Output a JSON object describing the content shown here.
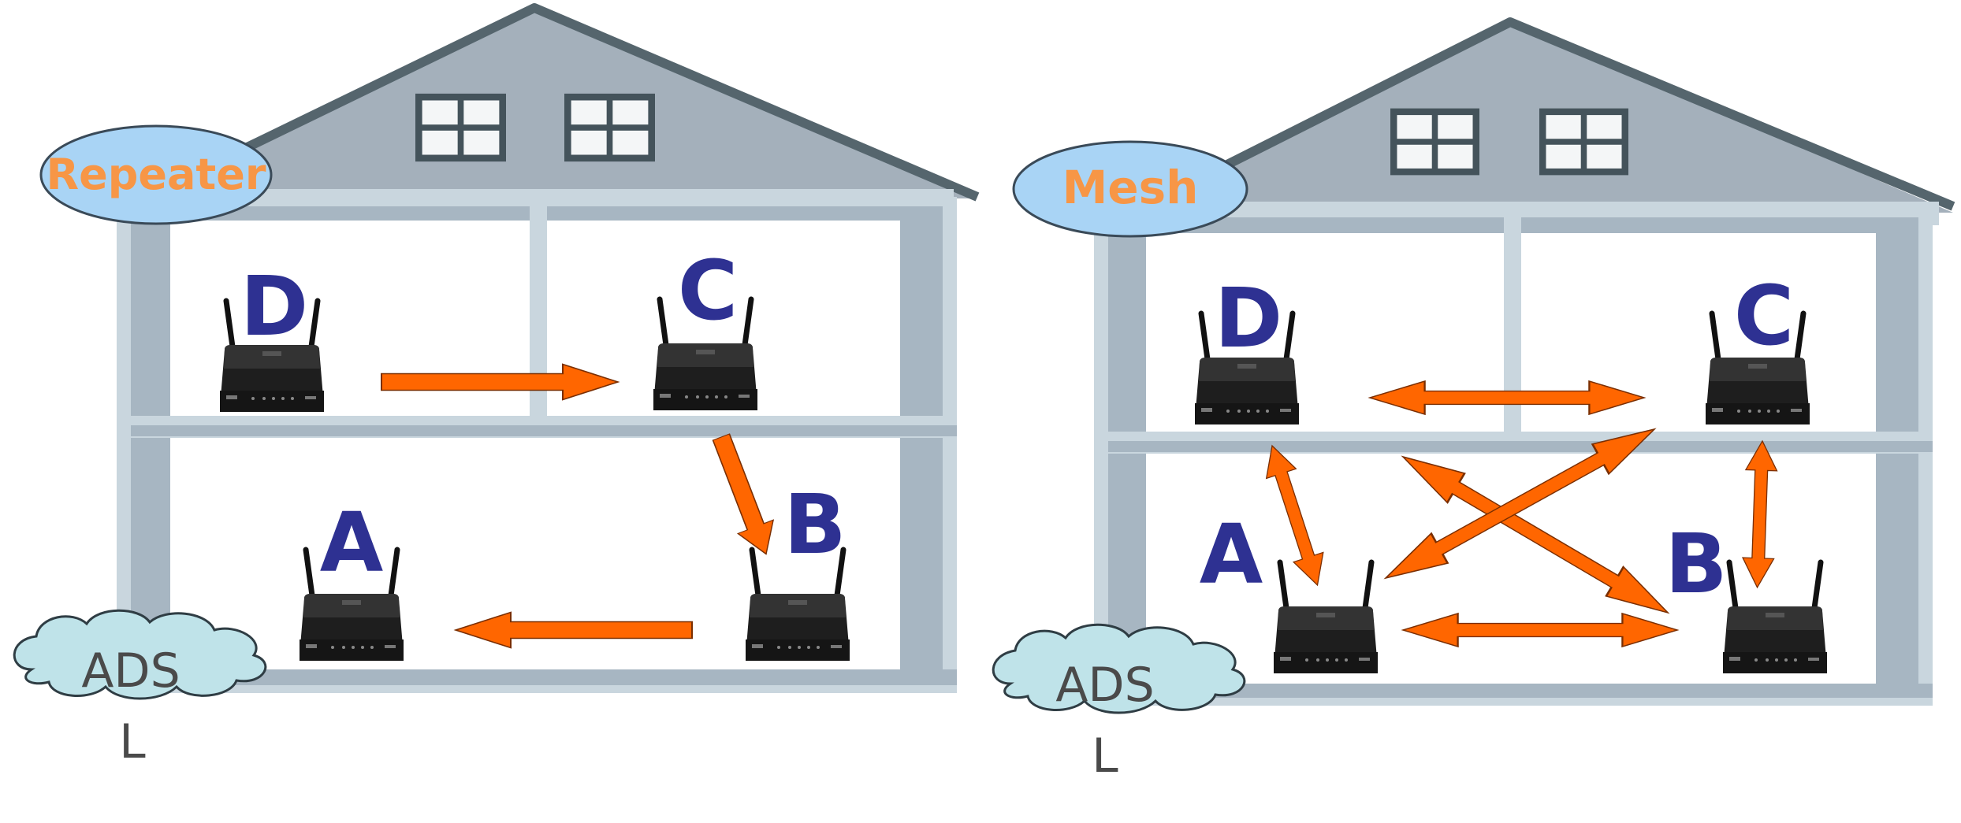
{
  "houses": [
    {
      "id": "repeater",
      "badge": "Repeater",
      "routers": [
        {
          "id": "D",
          "label": "D"
        },
        {
          "id": "C",
          "label": "C"
        },
        {
          "id": "B",
          "label": "B"
        },
        {
          "id": "A",
          "label": "A"
        }
      ],
      "cloud": {
        "line1": "ADS",
        "line2": "L"
      },
      "links": [
        {
          "from": "D",
          "to": "C",
          "direction": "one-way"
        },
        {
          "from": "C",
          "to": "B",
          "direction": "one-way"
        },
        {
          "from": "B",
          "to": "A",
          "direction": "one-way"
        }
      ]
    },
    {
      "id": "mesh",
      "badge": "Mesh",
      "routers": [
        {
          "id": "D",
          "label": "D"
        },
        {
          "id": "C",
          "label": "C"
        },
        {
          "id": "A",
          "label": "A"
        },
        {
          "id": "B",
          "label": "B"
        }
      ],
      "cloud": {
        "line1": "ADS",
        "line2": "L"
      },
      "links": [
        {
          "from": "D",
          "to": "C",
          "direction": "two-way"
        },
        {
          "from": "D",
          "to": "A",
          "direction": "two-way"
        },
        {
          "from": "C",
          "to": "B",
          "direction": "two-way"
        },
        {
          "from": "D",
          "to": "B",
          "direction": "two-way"
        },
        {
          "from": "A",
          "to": "C",
          "direction": "two-way"
        },
        {
          "from": "A",
          "to": "B",
          "direction": "two-way"
        }
      ]
    }
  ],
  "colors": {
    "roof": "#a4b0bb",
    "roof_edge": "#55656d",
    "wall": "#a7b6c2",
    "frame": "#c9d6de",
    "badge_fill": "#a9d4f5",
    "badge_text": "#f79646",
    "router_label": "#2e3192",
    "arrow_fill": "#ff6600",
    "cloud_fill": "#bfe3e9"
  }
}
